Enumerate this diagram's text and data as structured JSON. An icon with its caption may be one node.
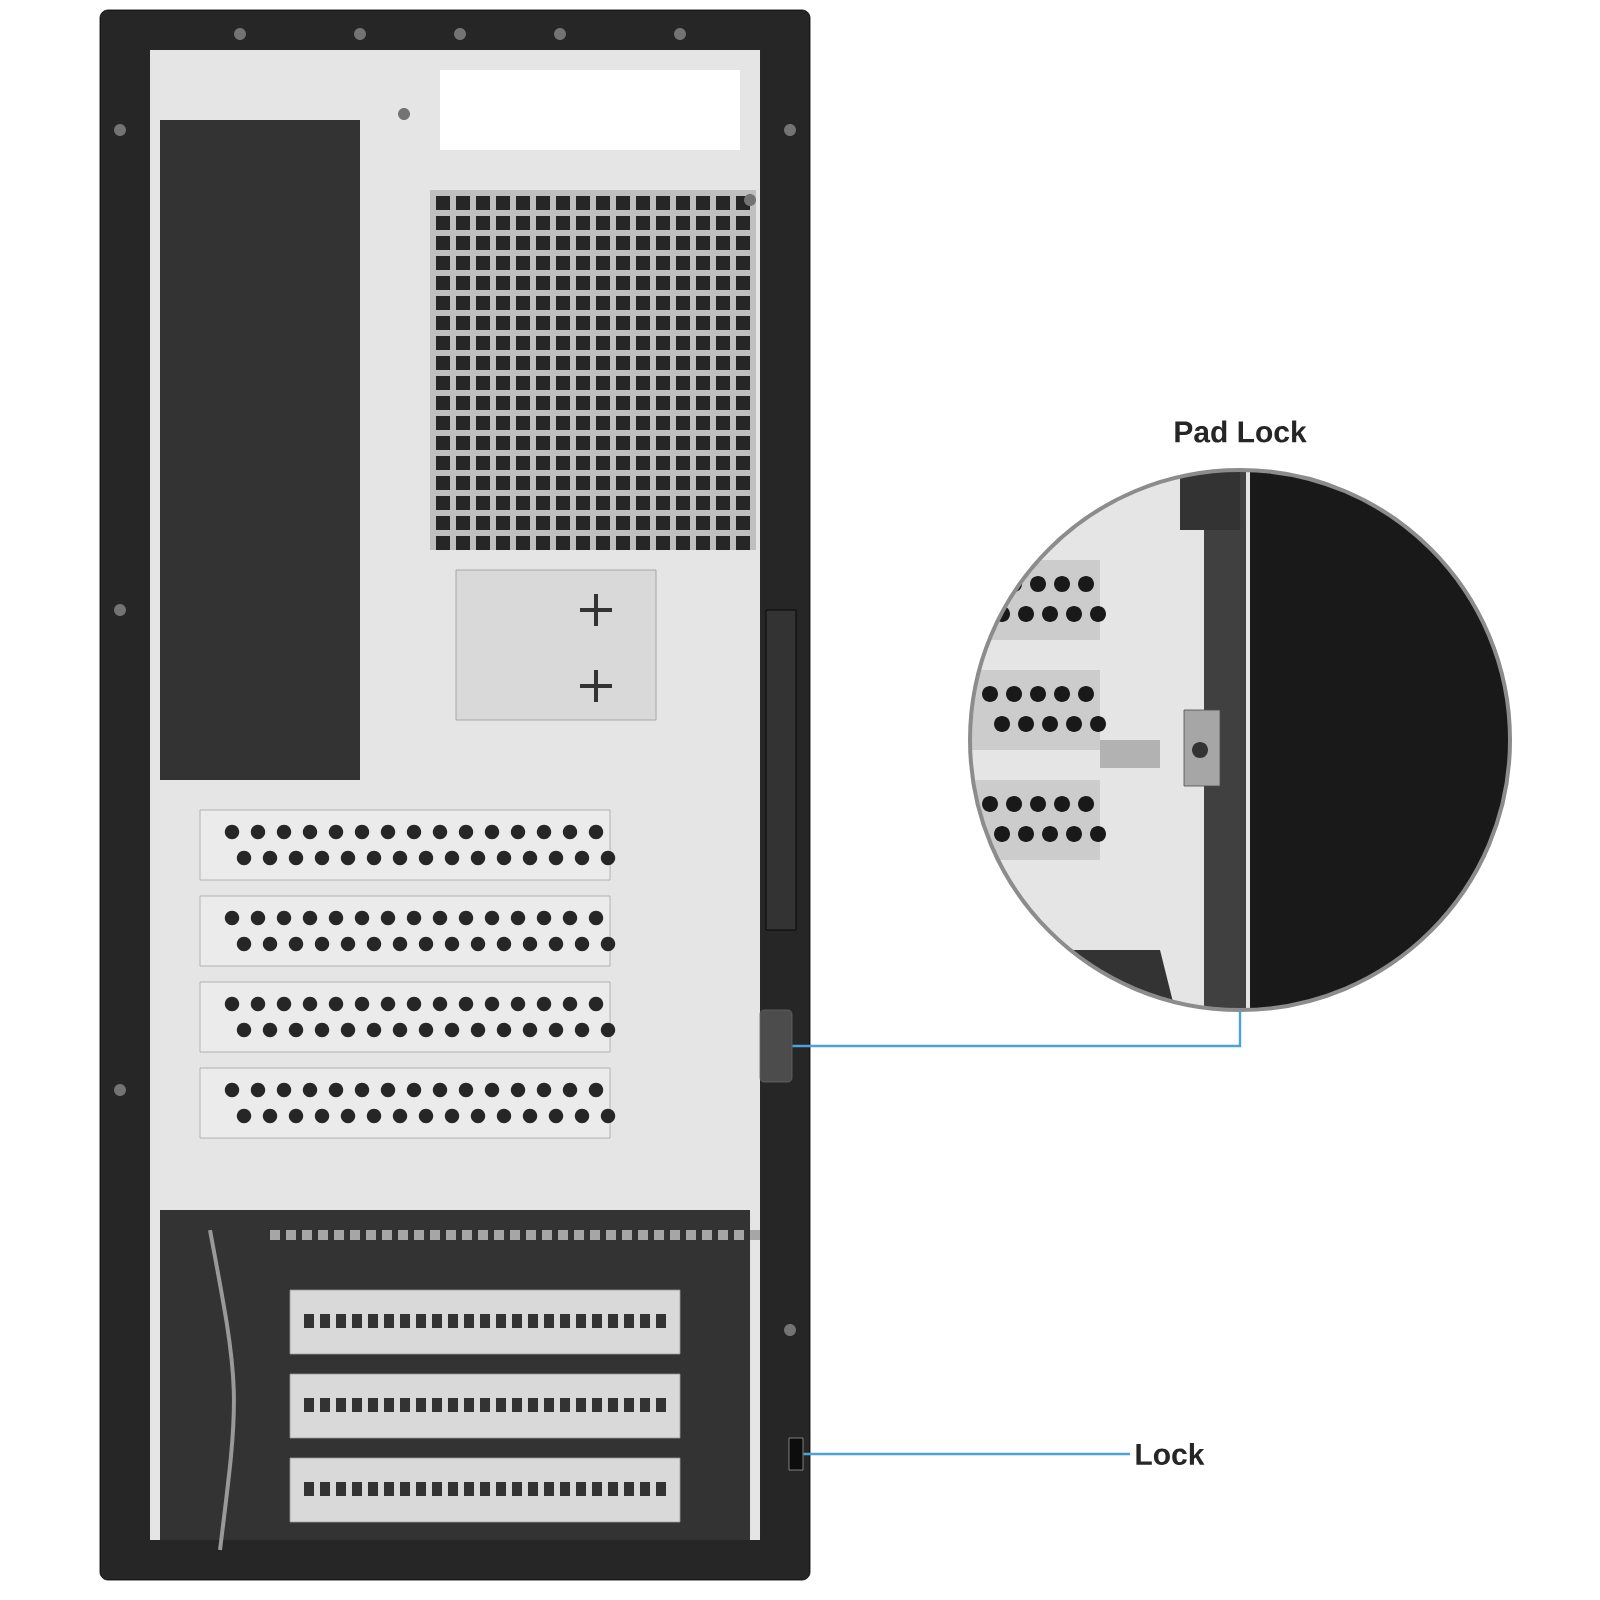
{
  "diagram": {
    "nodes": [
      {
        "text": [],
        "shape": "picture"
      },
      {
        "text": [],
        "shape": "box",
        "in": 0
      },
      {
        "text": [],
        "shape": "box",
        "in": 0
      },
      {
        "text": [
          "Pad Lock"
        ]
      },
      {
        "text": [
          "Lock"
        ]
      }
    ],
    "edges": [
      {
        "from": 3,
        "to": 1,
        "arrow": "none"
      },
      {
        "from": 4,
        "to": 2,
        "arrow": "none"
      }
    ]
  }
}
